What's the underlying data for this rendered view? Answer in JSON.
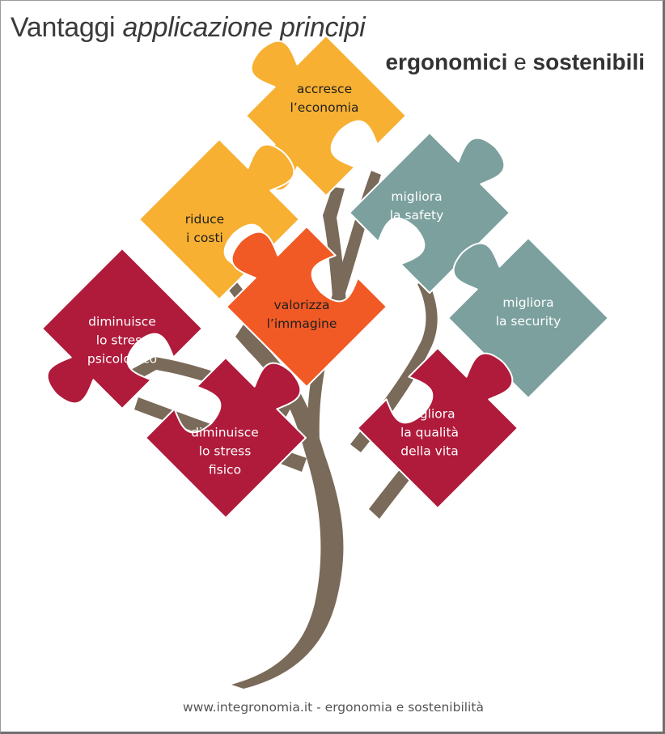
{
  "title": {
    "part_plain": "Vantaggi",
    "part_italic": "applicazione principi",
    "line2_bold1": "ergonomici",
    "line2_plain": "e",
    "line2_bold2": "sostenibili"
  },
  "pieces": [
    {
      "id": "economia",
      "lines": [
        "accresce",
        "l’economia"
      ],
      "color": "#F7B032"
    },
    {
      "id": "costi",
      "lines": [
        "riduce",
        "i costi"
      ],
      "color": "#F7B032"
    },
    {
      "id": "immagine",
      "lines": [
        "valorizza",
        "l’immagine"
      ],
      "color": "#F15A24"
    },
    {
      "id": "safety",
      "lines": [
        "migliora",
        "la safety"
      ],
      "color": "#7BA09E"
    },
    {
      "id": "security",
      "lines": [
        "migliora",
        "la security"
      ],
      "color": "#7BA09E"
    },
    {
      "id": "stress-psico",
      "lines": [
        "diminuisce",
        "lo stress",
        "psicologico"
      ],
      "color": "#B01A3B"
    },
    {
      "id": "stress-fisico",
      "lines": [
        "diminuisce",
        "lo stress",
        "fisico"
      ],
      "color": "#B01A3B"
    },
    {
      "id": "vita",
      "lines": [
        "migliora",
        "la qualità",
        "della vita"
      ],
      "color": "#B01A3B"
    }
  ],
  "colors": {
    "trunk": "#7A6A59",
    "watermark": "#f2f2f2"
  },
  "footer": {
    "site": "www.integronomia.it",
    "separator": "-",
    "tagline": "ergonomia e sostenibilità"
  }
}
